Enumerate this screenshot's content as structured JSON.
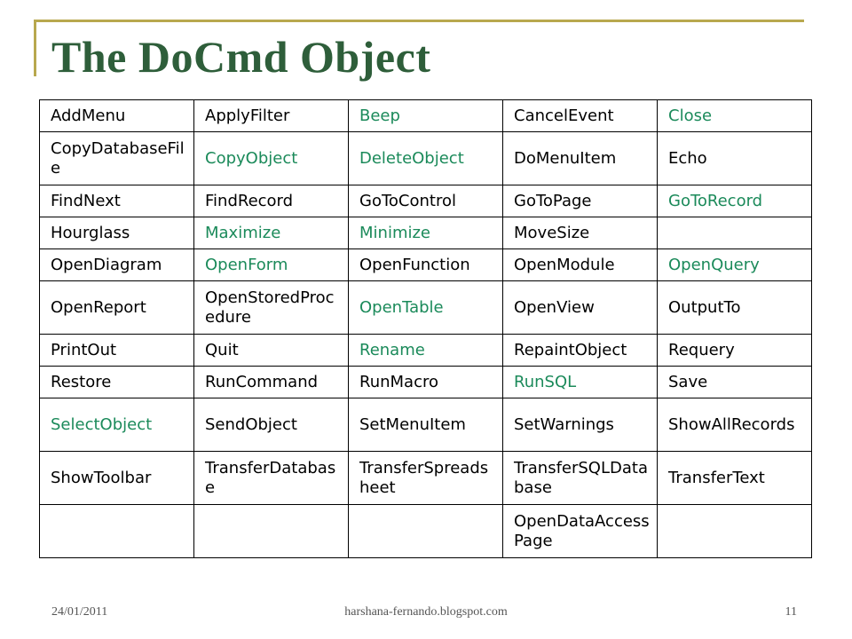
{
  "slide": {
    "title": "The DoCmd Object",
    "accent_color": "#b8a84e",
    "title_color": "#2e5e3a",
    "highlight_color": "#1b8a5a"
  },
  "table": {
    "rows": [
      [
        {
          "text": "AddMenu",
          "hl": false
        },
        {
          "text": "ApplyFilter",
          "hl": false
        },
        {
          "text": "Beep",
          "hl": true
        },
        {
          "text": "CancelEvent",
          "hl": false
        },
        {
          "text": "Close",
          "hl": true
        }
      ],
      [
        {
          "text": "CopyDatabaseFile",
          "hl": false
        },
        {
          "text": "CopyObject",
          "hl": true
        },
        {
          "text": "DeleteObject",
          "hl": true
        },
        {
          "text": "DoMenuItem",
          "hl": false
        },
        {
          "text": "Echo",
          "hl": false
        }
      ],
      [
        {
          "text": "FindNext",
          "hl": false
        },
        {
          "text": "FindRecord",
          "hl": false
        },
        {
          "text": "GoToControl",
          "hl": false
        },
        {
          "text": "GoToPage",
          "hl": false
        },
        {
          "text": "GoToRecord",
          "hl": true
        }
      ],
      [
        {
          "text": "Hourglass",
          "hl": false
        },
        {
          "text": "Maximize",
          "hl": true
        },
        {
          "text": "Minimize",
          "hl": true
        },
        {
          "text": "MoveSize",
          "hl": false
        },
        {
          "text": "",
          "hl": false
        }
      ],
      [
        {
          "text": "OpenDiagram",
          "hl": false
        },
        {
          "text": "OpenForm",
          "hl": true
        },
        {
          "text": "OpenFunction",
          "hl": false
        },
        {
          "text": "OpenModule",
          "hl": false
        },
        {
          "text": "OpenQuery",
          "hl": true
        }
      ],
      [
        {
          "text": "OpenReport",
          "hl": false
        },
        {
          "text": "OpenStoredProcedure",
          "hl": false
        },
        {
          "text": "OpenTable",
          "hl": true
        },
        {
          "text": "OpenView",
          "hl": false
        },
        {
          "text": "OutputTo",
          "hl": false
        }
      ],
      [
        {
          "text": "PrintOut",
          "hl": false
        },
        {
          "text": "Quit",
          "hl": false
        },
        {
          "text": "Rename",
          "hl": true
        },
        {
          "text": "RepaintObject",
          "hl": false
        },
        {
          "text": "Requery",
          "hl": false
        }
      ],
      [
        {
          "text": "Restore",
          "hl": false
        },
        {
          "text": "RunCommand",
          "hl": false
        },
        {
          "text": "RunMacro",
          "hl": false
        },
        {
          "text": "RunSQL",
          "hl": true
        },
        {
          "text": "Save",
          "hl": false
        }
      ],
      [
        {
          "text": "SelectObject",
          "hl": true
        },
        {
          "text": "SendObject",
          "hl": false
        },
        {
          "text": "SetMenuItem",
          "hl": false
        },
        {
          "text": "SetWarnings",
          "hl": false
        },
        {
          "text": "ShowAllRecords",
          "hl": false
        }
      ],
      [
        {
          "text": "ShowToolbar",
          "hl": false
        },
        {
          "text": "TransferDatabase",
          "hl": false
        },
        {
          "text": "TransferSpreadsheet",
          "hl": false
        },
        {
          "text": "TransferSQLDatabase",
          "hl": false
        },
        {
          "text": "TransferText",
          "hl": false
        }
      ],
      [
        {
          "text": "",
          "hl": false
        },
        {
          "text": "",
          "hl": false
        },
        {
          "text": "",
          "hl": false
        },
        {
          "text": "OpenDataAccessPage",
          "hl": false
        },
        {
          "text": "",
          "hl": false
        }
      ]
    ]
  },
  "footer": {
    "date": "24/01/2011",
    "site": "harshana-fernando.blogspot.com",
    "page": "11"
  }
}
